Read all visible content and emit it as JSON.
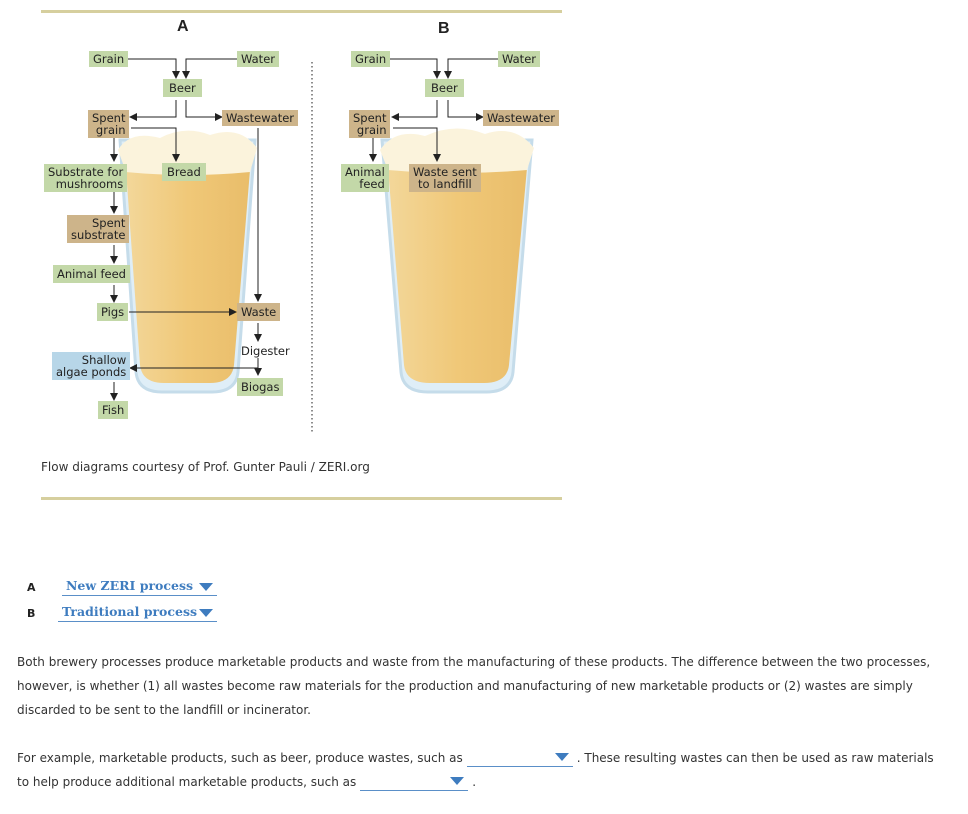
{
  "diagram_a": {
    "heading": "A",
    "grain": "Grain",
    "water": "Water",
    "beer": "Beer",
    "spent_grain": "Spent\ngrain",
    "wastewater": "Wastewater",
    "substrate_for_mushrooms": "Substrate for\nmushrooms",
    "bread": "Bread",
    "spent_substrate": "Spent\nsubstrate",
    "animal_feed": "Animal feed",
    "pigs": "Pigs",
    "waste": "Waste",
    "digester": "Digester",
    "shallow_algae_ponds": "Shallow\nalgae ponds",
    "biogas": "Biogas",
    "fish": "Fish"
  },
  "diagram_b": {
    "heading": "B",
    "grain": "Grain",
    "water": "Water",
    "beer": "Beer",
    "spent_grain": "Spent\ngrain",
    "wastewater": "Wastewater",
    "animal_feed": "Animal\nfeed",
    "waste_sent_to_landfill": "Waste sent\nto landfill"
  },
  "credit": "Flow diagrams courtesy of Prof. Gunter Pauli / ZERI.org",
  "answers": [
    {
      "letter": "A",
      "selected": "New ZERI process"
    },
    {
      "letter": "B",
      "selected": "Traditional process"
    }
  ],
  "paragraph1": "Both brewery processes produce marketable products and waste from the manufacturing of these products. The difference between the two processes, however, is whether (1) all wastes become raw materials for the production and manufacturing of new marketable products or (2) wastes are simply discarded to be sent to the landfill or incinerator.",
  "paragraph2": {
    "part1": "For example, marketable products, such as beer, produce wastes, such as",
    "blank1": "",
    "part2": ". These resulting wastes can then be used as raw materials to help produce additional marketable products, such as",
    "blank2": "",
    "part3": "."
  },
  "colors": {
    "green_box": "#c3d8a8",
    "tan_box": "#cdb48a",
    "blue_box": "#b7d6e8",
    "beer": "#f0c878",
    "foam": "#fbf3dc",
    "select_blue": "#3e7cbf",
    "rule": "#d6cf9e"
  }
}
